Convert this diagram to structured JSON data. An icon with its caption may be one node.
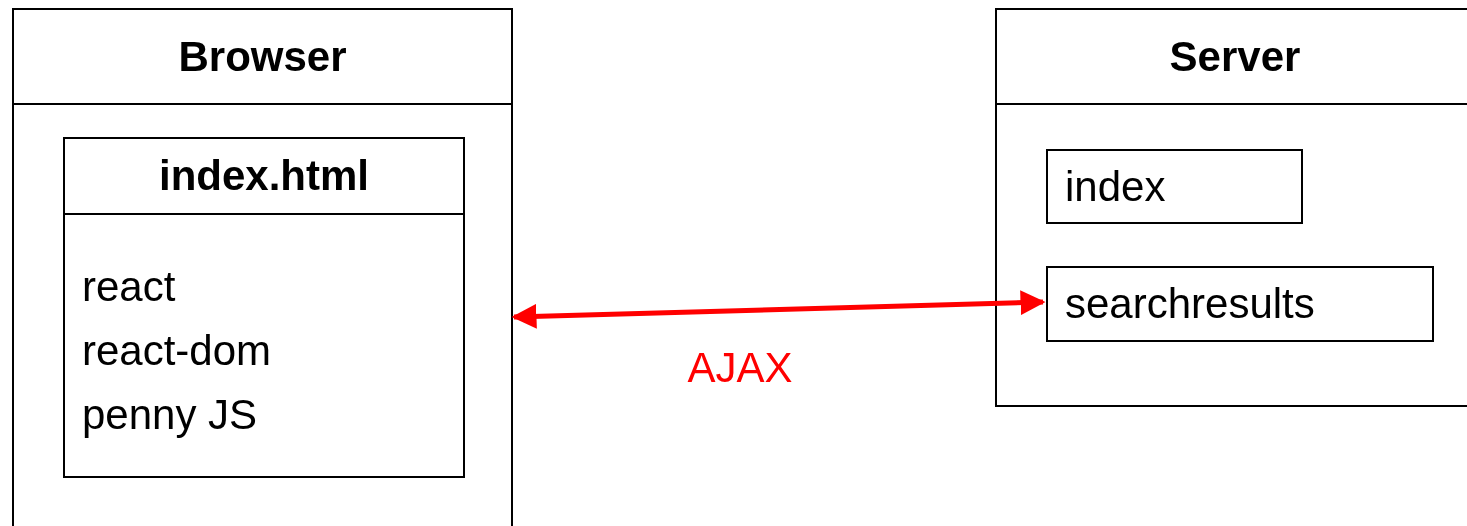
{
  "diagram": {
    "nodes": [
      {
        "text": [
          "Browser"
        ]
      },
      {
        "text": [
          "index.html",
          "react",
          "react-dom",
          "penny JS"
        ],
        "in": 0
      },
      {
        "text": [
          "Server"
        ]
      },
      {
        "text": [
          "index"
        ],
        "in": 2
      },
      {
        "text": [
          "searchresults"
        ],
        "in": 2
      }
    ],
    "edges": [
      {
        "from": 0,
        "to": 4,
        "arrow": "both",
        "label": "AJAX",
        "color": "#ff0000"
      }
    ]
  }
}
